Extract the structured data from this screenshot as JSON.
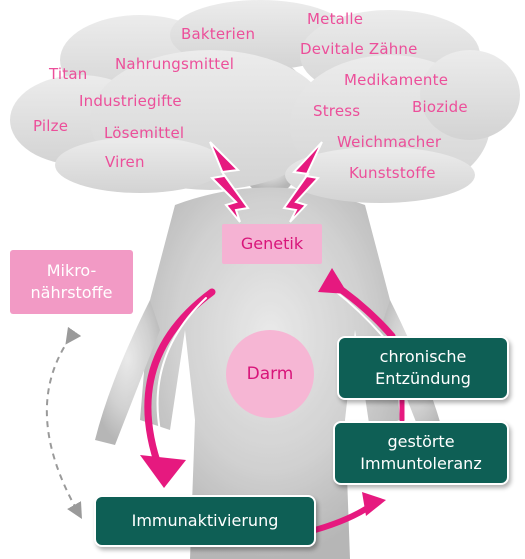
{
  "toxins": {
    "bakterien": "Bakterien",
    "metalle": "Metalle",
    "devitale_zaehne": "Devitale Zähne",
    "titan": "Titan",
    "nahrungsmittel": "Nahrungsmittel",
    "medikamente": "Medikamente",
    "industriegifte": "Industriegifte",
    "stress": "Stress",
    "biozide": "Biozide",
    "pilze": "Pilze",
    "loesemittel": "Lösemittel",
    "weichmacher": "Weichmacher",
    "viren": "Viren",
    "kunststoffe": "Kunststoffe"
  },
  "nodes": {
    "genetik": "Genetik",
    "mikro_line1": "Mikro-",
    "mikro_line2": "nährstoffe",
    "darm": "Darm",
    "chronisch_line1": "chronische",
    "chronisch_line2": "Entzündung",
    "gestoert_line1": "gestörte",
    "gestoert_line2": "Immuntoleranz",
    "immunaktivierung": "Immunaktivierung"
  },
  "colors": {
    "pink_text": "#ec4f9a",
    "magenta": "#e6197f",
    "teal": "#0e5f55",
    "cloud": "#dedede",
    "body": "#c8c8c8"
  }
}
